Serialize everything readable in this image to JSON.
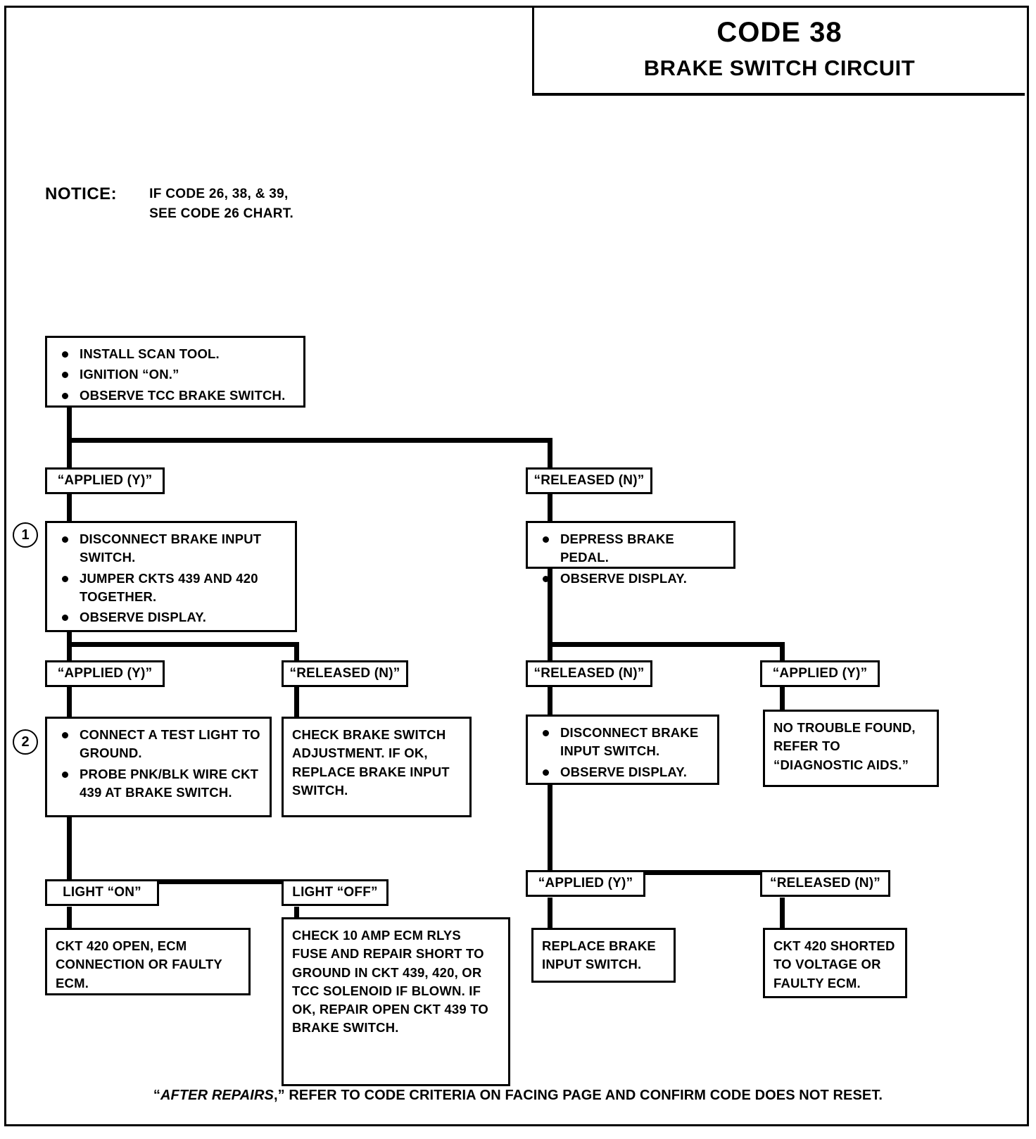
{
  "header": {
    "code_title": "CODE 38",
    "subtitle": "BRAKE SWITCH CIRCUIT"
  },
  "notice": {
    "label": "NOTICE:",
    "line1": "IF CODE 26, 38, & 39,",
    "line2": "SEE CODE 26 CHART."
  },
  "steps": {
    "one": "1",
    "two": "2"
  },
  "nodes": {
    "start": {
      "bullets": [
        "INSTALL SCAN TOOL.",
        "IGNITION “ON.”",
        "OBSERVE TCC BRAKE SWITCH."
      ]
    },
    "branch_applied_1": "“APPLIED (Y)”",
    "branch_released_1": "“RELEASED (N)”",
    "step1_box": {
      "bullets": [
        "DISCONNECT BRAKE INPUT SWITCH.",
        "JUMPER CKTS 439 AND 420 TOGETHER.",
        "OBSERVE DISPLAY."
      ]
    },
    "depress_box": {
      "bullets": [
        "DEPRESS BRAKE PEDAL.",
        "OBSERVE DISPLAY."
      ]
    },
    "branch_applied_2": "“APPLIED (Y)”",
    "branch_released_2": "“RELEASED (N)”",
    "branch_released_3": "“RELEASED (N)”",
    "branch_applied_3": "“APPLIED (Y)”",
    "step2_box": {
      "bullets": [
        "CONNECT A TEST LIGHT TO GROUND.",
        "PROBE PNK/BLK WIRE CKT 439 AT BRAKE SWITCH."
      ]
    },
    "check_adjust_box": "CHECK BRAKE SWITCH ADJUSTMENT. IF OK, REPLACE BRAKE INPUT SWITCH.",
    "disconnect_box": {
      "bullets": [
        "DISCONNECT BRAKE INPUT SWITCH.",
        "OBSERVE DISPLAY."
      ]
    },
    "no_trouble_box": "NO TROUBLE FOUND, REFER TO “DIAGNOSTIC AIDS.”",
    "light_on": "LIGHT “ON”",
    "light_off": "LIGHT “OFF”",
    "branch_applied_4": "“APPLIED (Y)”",
    "branch_released_4": "“RELEASED (N)”",
    "ckt420_open_box": "CKT 420 OPEN, ECM CONNECTION OR FAULTY ECM.",
    "check_fuse_box": "CHECK 10 AMP ECM RLYS FUSE AND REPAIR SHORT TO GROUND IN CKT 439, 420, OR TCC SOLENOID IF BLOWN.  IF OK, REPAIR OPEN CKT 439 TO BRAKE SWITCH.",
    "replace_switch_box": "REPLACE BRAKE INPUT SWITCH.",
    "ckt420_short_box": "CKT 420 SHORTED TO VOLTAGE OR FAULTY ECM."
  },
  "footer": {
    "quoted": "AFTER REPAIRS",
    "rest": " REFER TO CODE CRITERIA ON FACING PAGE AND CONFIRM CODE DOES NOT RESET."
  },
  "colors": {
    "ink": "#000000",
    "paper": "#ffffff"
  }
}
